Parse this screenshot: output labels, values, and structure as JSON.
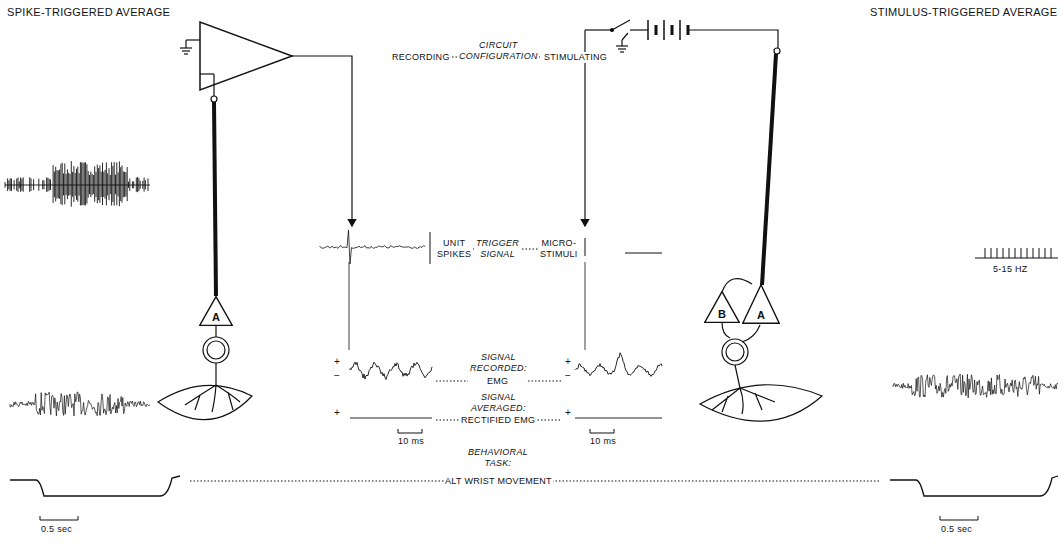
{
  "diagram": {
    "nodes": [
      {
        "text": [
          "A"
        ]
      },
      {
        "text": [
          "B"
        ]
      },
      {
        "text": [
          "A"
        ]
      }
    ],
    "labels": [
      "SPIKE-TRIGGERED AVERAGE",
      "STIMULUS-TRIGGERED AVERAGE",
      "RECORDING",
      "CIRCUIT CONFIGURATION",
      "STIMULATING",
      "UNIT SPIKES",
      "TRIGGER SIGNAL",
      "MICRO- STIMULI",
      "5-15 HZ",
      "+",
      "−",
      "SIGNAL RECORDED:",
      "EMG",
      "+",
      "−",
      "+",
      "SIGNAL AVERAGED:",
      "RECTIFIED EMG",
      "+",
      "10 ms",
      "10 ms",
      "BEHAVIORAL TASK:",
      "ALT WRIST MOVEMENT",
      "0.5 sec",
      "0.5 sec"
    ]
  }
}
